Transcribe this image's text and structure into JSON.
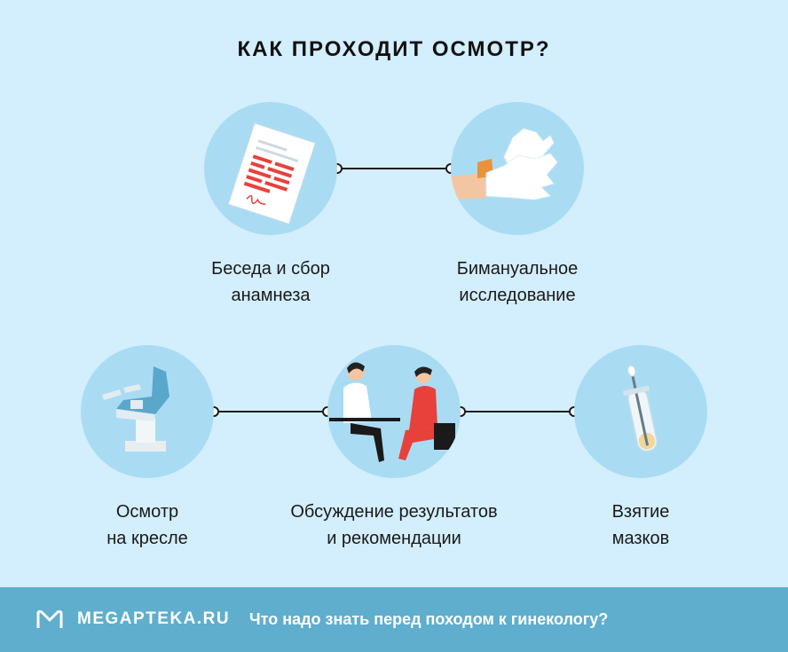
{
  "title": "КАК ПРОХОДИТ ОСМОТР?",
  "steps": [
    {
      "line1": "Беседа и сбор",
      "line2": "анамнеза",
      "icon": "document-icon"
    },
    {
      "line1": "Бимануальное",
      "line2": "исследование",
      "icon": "gloves-icon"
    },
    {
      "line1": "Осмотр",
      "line2": "на кресле",
      "icon": "gynecological-chair-icon"
    },
    {
      "line1": "Обсуждение результатов",
      "line2": "и рекомендации",
      "icon": "consultation-icon"
    },
    {
      "line1": "Взятие",
      "line2": "мазков",
      "icon": "swab-tube-icon"
    }
  ],
  "footer": {
    "brand": "MEGAPTEKA.RU",
    "tagline": "Что надо знать перед походом к гинекологу?"
  },
  "colors": {
    "background": "#d3eefc",
    "circle": "#a9dcf3",
    "footer": "#5faecd",
    "accent_red": "#e8413c"
  }
}
